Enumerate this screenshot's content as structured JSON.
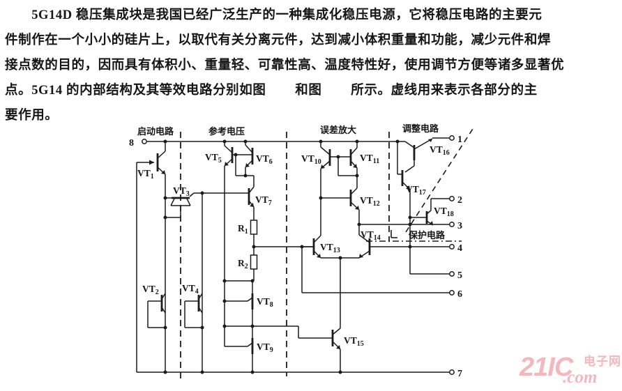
{
  "intro": {
    "lines": [
      "　　5G14D 稳压集成块是我国已经广泛生产的一种集成化稳压电源，它将稳压电路的主要元",
      "件制作在一个小小的硅片上，以取代有关分离元件，达到减小体积重量和功能，减少元件和焊",
      "接点数的目的，因而具有体积小、重量轻、可靠性高、温度特性好，使用调节方便等诸多显著优",
      "点。5G14 的内部结构及其等效电路分别如图        和图        所示。虚线用来表示各部分的主",
      "要作用。"
    ]
  },
  "schematic": {
    "vt_prefix": "VT",
    "r_prefix": "R",
    "sections": {
      "start": "启动电路",
      "ref": "参考电压",
      "err": "误差放大",
      "adj": "调整电路",
      "prot": "保护电路"
    },
    "transistors": [
      "1",
      "2",
      "3",
      "4",
      "5",
      "6",
      "7",
      "8",
      "9",
      "10",
      "11",
      "12",
      "13",
      "14",
      "15",
      "16",
      "17",
      "18"
    ],
    "resistors": [
      "1",
      "2"
    ],
    "pins": [
      "1",
      "2",
      "3",
      "4",
      "5",
      "6",
      "7",
      "8"
    ]
  },
  "watermark": {
    "brand": "21IC",
    "cn": "电子网",
    "suffix": ".com",
    "color": "#f3b7bc"
  }
}
